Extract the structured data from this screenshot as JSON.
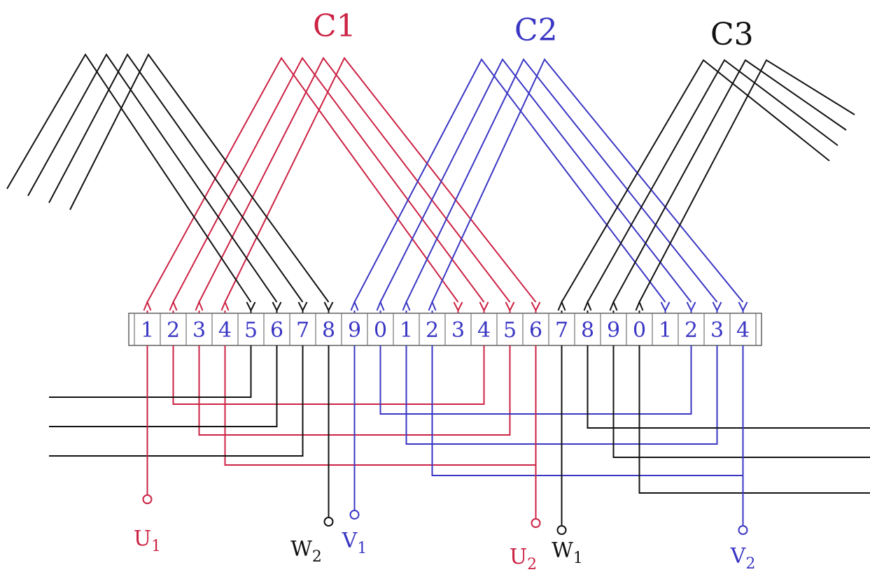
{
  "colors": {
    "red": "#cc2244",
    "blue": "#3a36c4",
    "black": "#111111",
    "slot_digit": "#3a36c4"
  },
  "coil_groups": [
    {
      "label": "C1",
      "color": "red"
    },
    {
      "label": "C2",
      "color": "blue"
    },
    {
      "label": "C3",
      "color": "black"
    }
  ],
  "slots": [
    "1",
    "2",
    "3",
    "4",
    "5",
    "6",
    "7",
    "8",
    "9",
    "0",
    "1",
    "2",
    "3",
    "4",
    "5",
    "6",
    "7",
    "8",
    "9",
    "0",
    "1",
    "2",
    "3",
    "4"
  ],
  "terminals": [
    {
      "label": "U",
      "sub": "1",
      "color": "red"
    },
    {
      "label": "W",
      "sub": "2",
      "color": "black"
    },
    {
      "label": "V",
      "sub": "1",
      "color": "blue"
    },
    {
      "label": "U",
      "sub": "2",
      "color": "red"
    },
    {
      "label": "W",
      "sub": "1",
      "color": "black"
    },
    {
      "label": "V",
      "sub": "2",
      "color": "blue"
    }
  ]
}
